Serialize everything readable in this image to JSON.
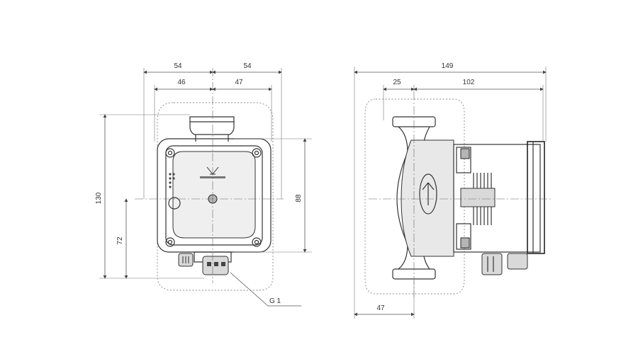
{
  "front_view": {
    "dim_top_left": "54",
    "dim_top_right": "54",
    "dim_inner_left": "46",
    "dim_inner_right": "47",
    "dim_height_total": "130",
    "dim_height_lower": "72",
    "dim_height_right": "88",
    "thread_label": "G 1"
  },
  "side_view": {
    "dim_total_width": "149",
    "dim_left": "25",
    "dim_right": "102",
    "dim_bottom": "47"
  },
  "colors": {
    "line": "#333333",
    "fill": "#d9d9d9"
  }
}
